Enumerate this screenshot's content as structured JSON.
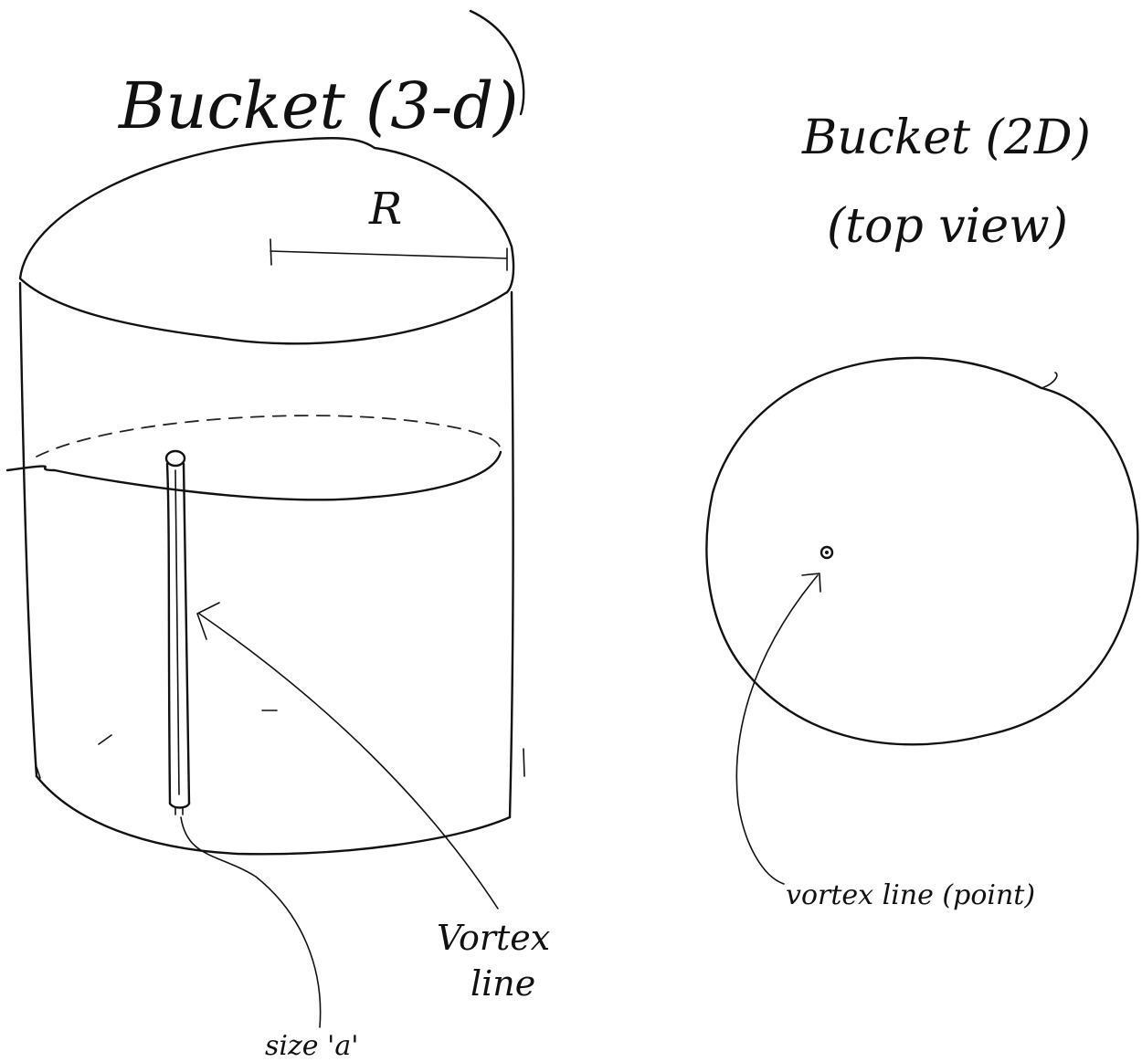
{
  "diagram": {
    "title_3d": "Bucket (3-d)",
    "title_2d": "Bucket (2D)",
    "subtitle_2d": "(top view)",
    "radius_label": "R",
    "vortex_label_line1": "Vortex",
    "vortex_label_line2": "line",
    "size_label": "size 'a'",
    "point_label": "vortex line (point)"
  },
  "colors": {
    "ink": "#111111",
    "paper": "#ffffff"
  }
}
